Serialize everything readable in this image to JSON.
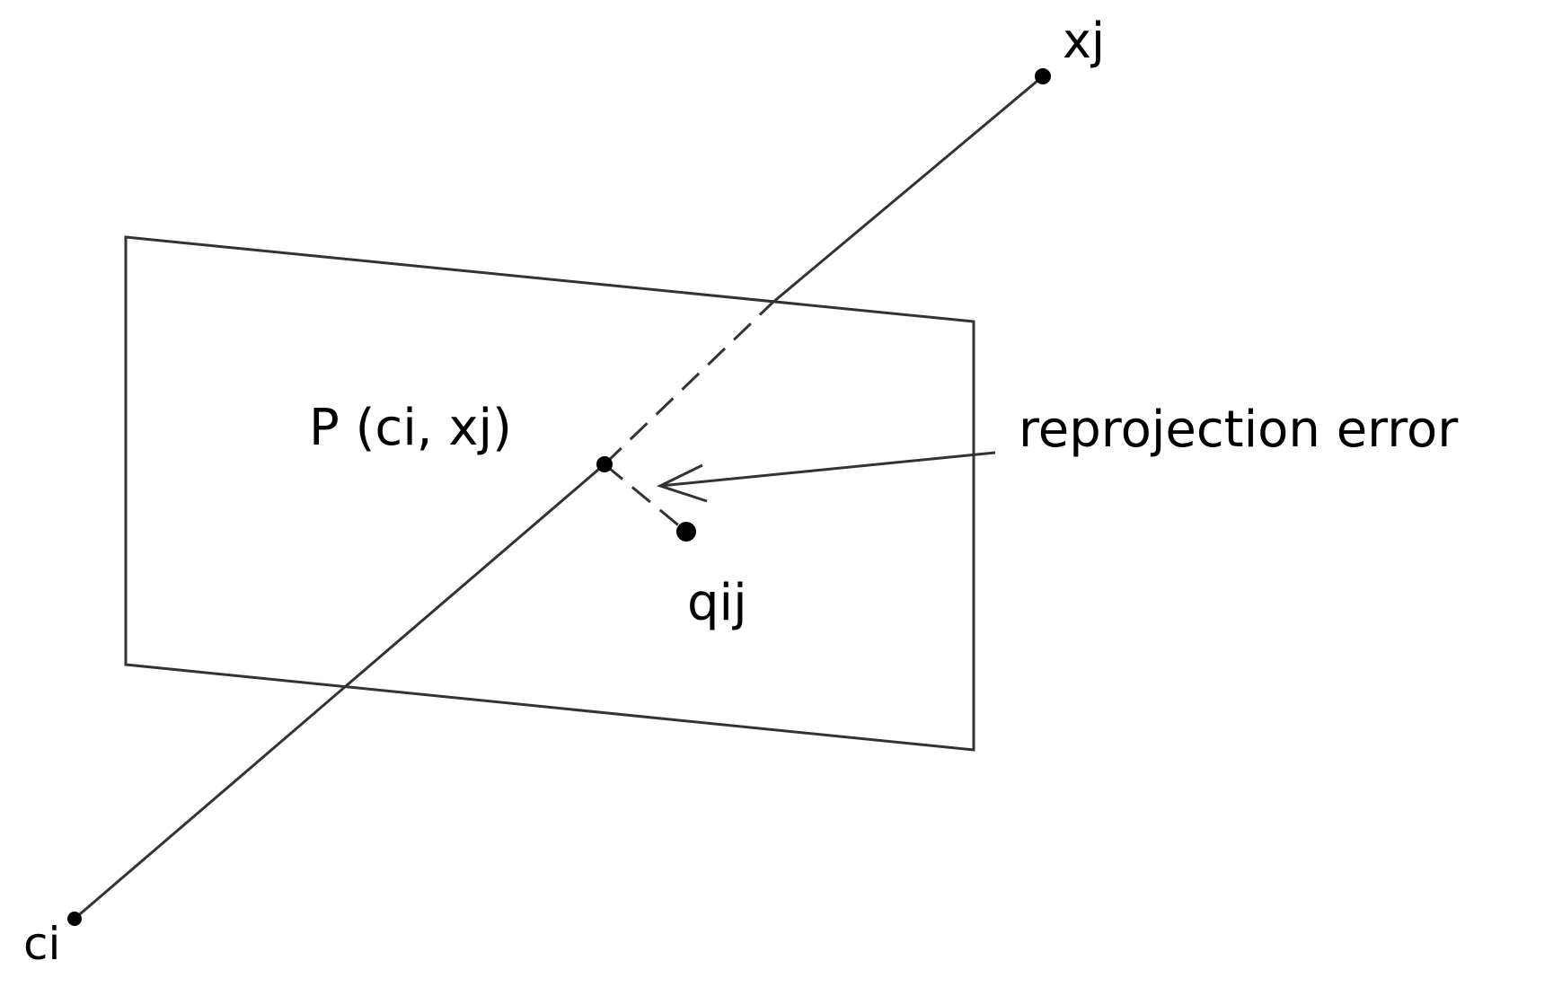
{
  "labels": {
    "camera_center": "ci",
    "world_point": "xj",
    "projected_point": "P (ci, xj)",
    "observed_point": "qij",
    "error_annotation": "reprojection error"
  },
  "colors": {
    "stroke": "#333333",
    "point": "#000000",
    "text": "#000000",
    "background": "#ffffff"
  }
}
